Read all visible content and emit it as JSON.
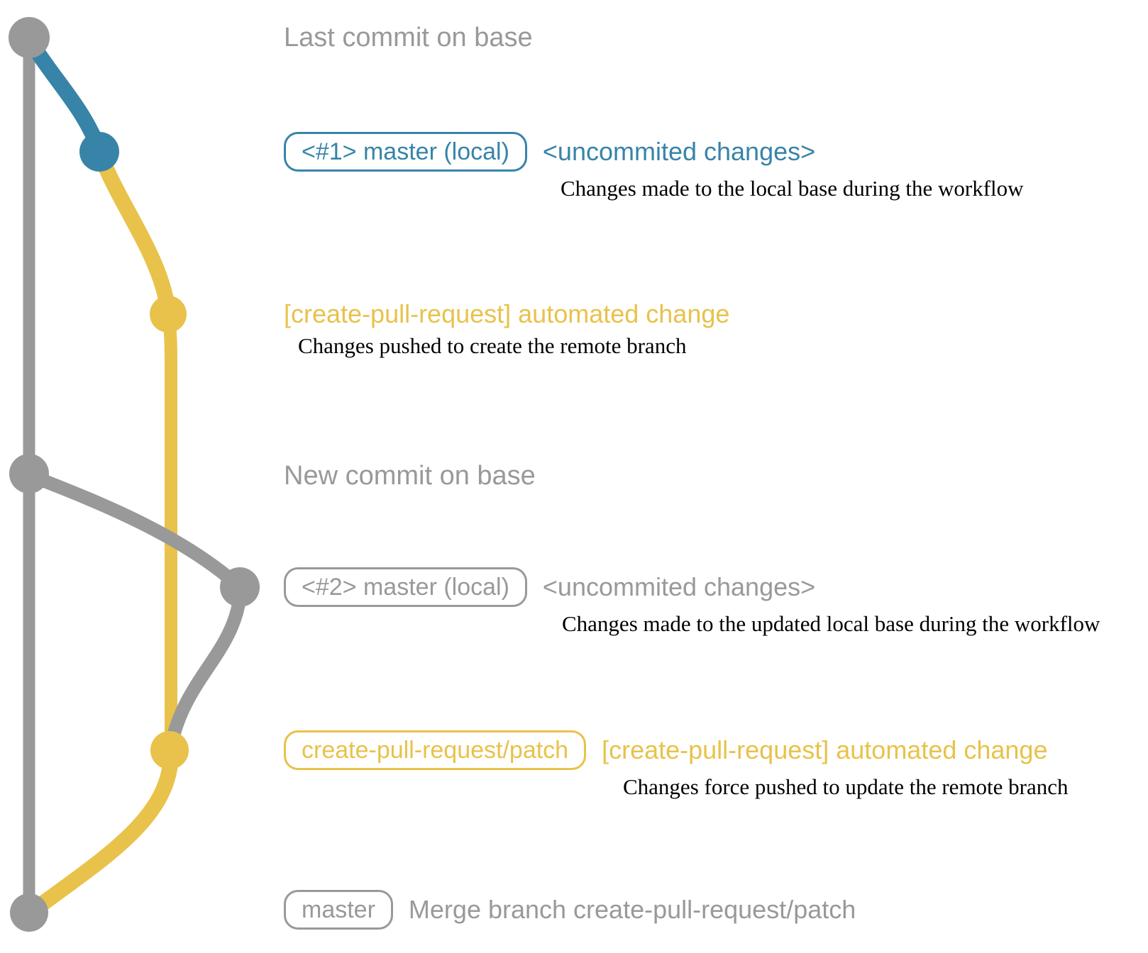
{
  "colors": {
    "gray": "#999999",
    "blue": "#3784a8",
    "yellow": "#e8c24a",
    "text_black": "#000000"
  },
  "rows": [
    {
      "id": "last-commit-on-base",
      "label": "Last commit on base"
    },
    {
      "id": "local-commit-1",
      "pill": "<#1> master (local)",
      "annotation": "<uncommited changes>",
      "description": "Changes made to the local base during the workflow"
    },
    {
      "id": "automated-change-1",
      "annotation": "[create-pull-request] automated change",
      "description": "Changes pushed to create the remote branch"
    },
    {
      "id": "new-commit-on-base",
      "label": "New commit on base"
    },
    {
      "id": "local-commit-2",
      "pill": "<#2> master (local)",
      "annotation": "<uncommited changes>",
      "description": "Changes made to the updated local base during the workflow"
    },
    {
      "id": "automated-change-2",
      "pill": "create-pull-request/patch",
      "annotation": "[create-pull-request] automated change",
      "description": "Changes force pushed to update the remote branch"
    },
    {
      "id": "merge-commit",
      "pill": "master",
      "label": "Merge branch create-pull-request/patch"
    }
  ]
}
